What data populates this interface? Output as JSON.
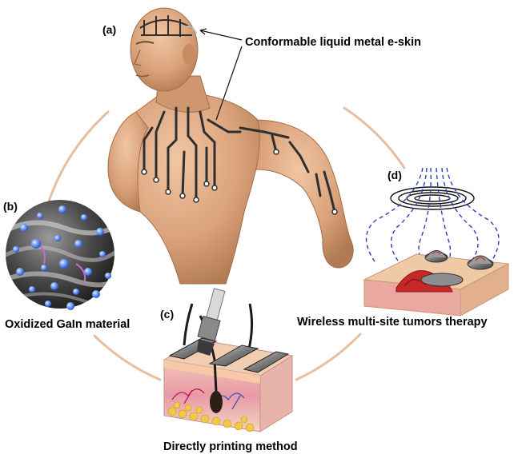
{
  "panels": {
    "a": {
      "tag": "(a)",
      "caption": "Conformable liquid metal e-skin"
    },
    "b": {
      "tag": "(b)",
      "caption": "Oxidized GaIn material"
    },
    "c": {
      "tag": "(c)",
      "caption": "Directly printing method"
    },
    "d": {
      "tag": "(d)",
      "caption": "Wireless multi-site tumors therapy"
    }
  },
  "colors": {
    "ring": "#e6bfa2",
    "skin": "#d9a27a",
    "circuit": "#2f2f2f",
    "field_line": "#2b3fbf",
    "tumor": "#c62828",
    "droplet": "#6fa0ff"
  }
}
